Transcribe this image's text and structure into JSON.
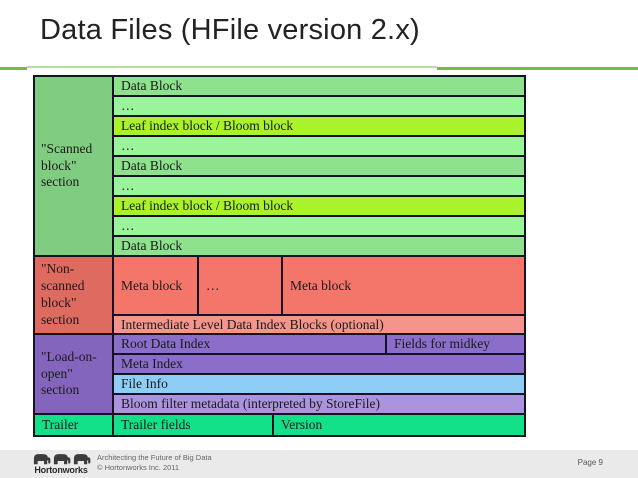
{
  "title": "Data Files (HFile version 2.x)",
  "diagram": {
    "scanned": {
      "label": "\"Scanned block\" section",
      "rows": [
        "Data Block",
        "…",
        "Leaf index block / Bloom block",
        "…",
        "Data Block",
        "…",
        "Leaf index block / Bloom block",
        "…",
        "Data Block"
      ]
    },
    "non_scanned": {
      "label": "\"Non-scanned block\" section",
      "meta_cells": [
        "Meta block",
        "…",
        "Meta block"
      ],
      "intermediate_row": "Intermediate Level Data Index Blocks (optional)"
    },
    "load_on_open": {
      "label": "\"Load-on-open\" section",
      "root_data_index": "Root Data Index",
      "fields_for_midkey": "Fields for midkey",
      "meta_index": "Meta Index",
      "file_info": "File Info",
      "bloom_filter": "Bloom filter metadata (interpreted by StoreFile)"
    },
    "trailer": {
      "label": "Trailer",
      "fields_cell": "Trailer fields",
      "version_cell": "Version"
    }
  },
  "footer": {
    "brand": "Hortonworks",
    "tagline": "Architecting the Future of Big Data",
    "copyright": "© Hortonworks Inc. 2011",
    "page": "Page 9"
  },
  "colors": {
    "accent_green_line": "#6dbe45",
    "scanned_section": "#80cc80",
    "data_block_row": "#8ee28e",
    "ellipsis_row": "#9af49a",
    "leaf_index_row": "#a9f22c",
    "non_scanned_section": "#de6a60",
    "meta_block_cell": "#f4766a",
    "intermediate_row": "#f5948b",
    "load_on_open_section": "#8465bd",
    "index_row_purple": "#8a6eca",
    "file_info_row": "#8ecdf5",
    "bloom_metadata_row": "#ab94dd",
    "trailer_row": "#12e18a",
    "table_border": "#131325"
  }
}
